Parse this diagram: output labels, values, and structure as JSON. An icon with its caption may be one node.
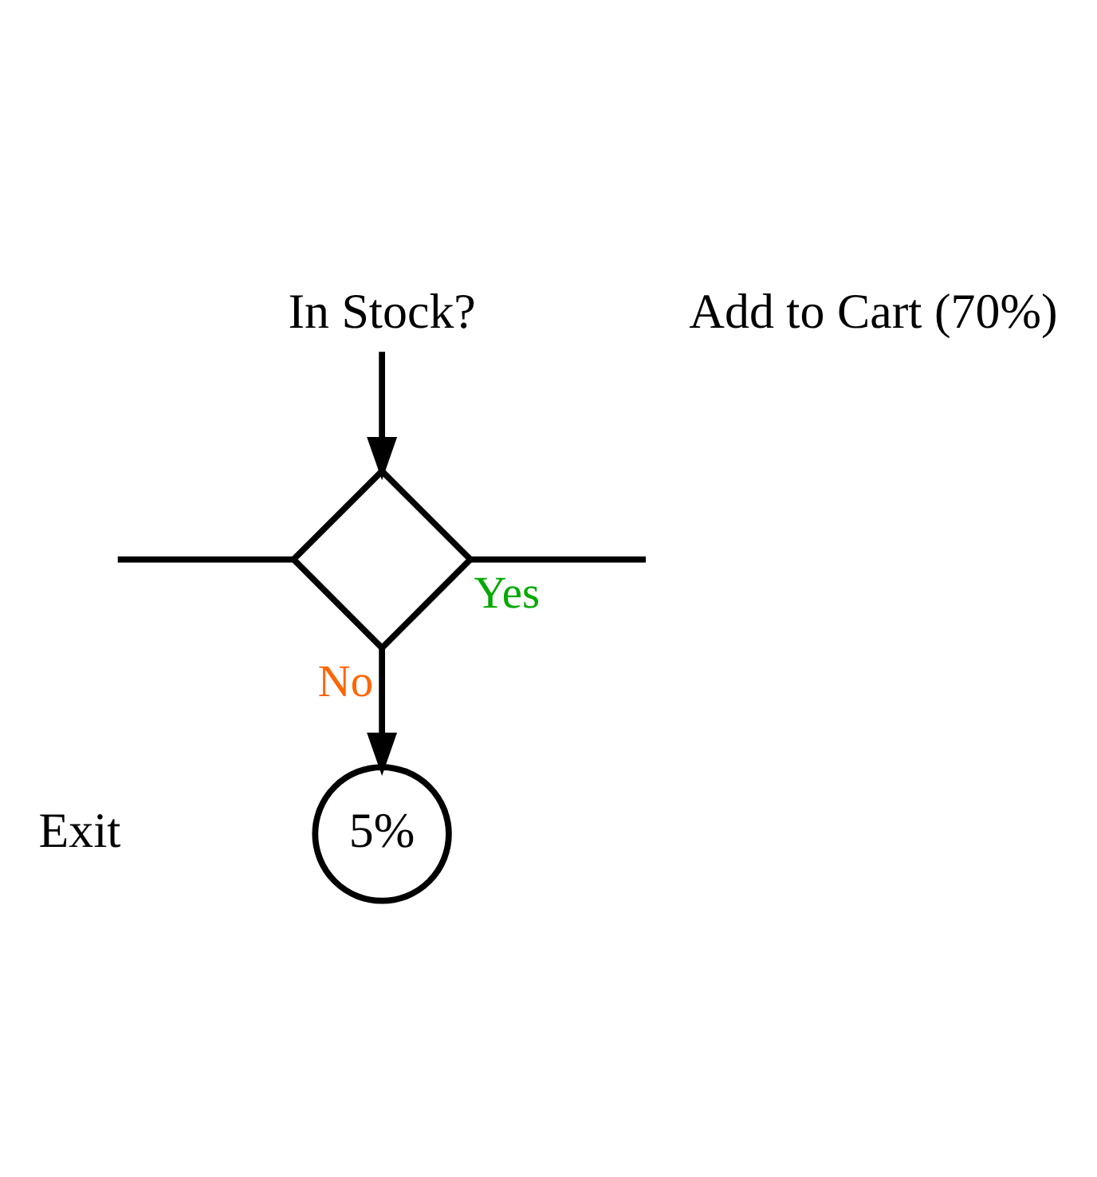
{
  "diagram": {
    "nodes": [
      {
        "text": [
          "In Stock?"
        ]
      },
      {
        "text": [],
        "shape": "diamond"
      },
      {
        "text": [
          "5%"
        ]
      }
    ],
    "edges": [
      {
        "from": 0,
        "to": 1,
        "arrow": "to"
      },
      {
        "from": null,
        "to": 1,
        "arrow": "none"
      },
      {
        "from": 1,
        "to": null,
        "arrow": "none",
        "label": "Yes"
      },
      {
        "from": 1,
        "to": 2,
        "arrow": "to",
        "label": "No"
      }
    ],
    "labels": [
      "Add to Cart (70%)",
      "Exit"
    ]
  }
}
